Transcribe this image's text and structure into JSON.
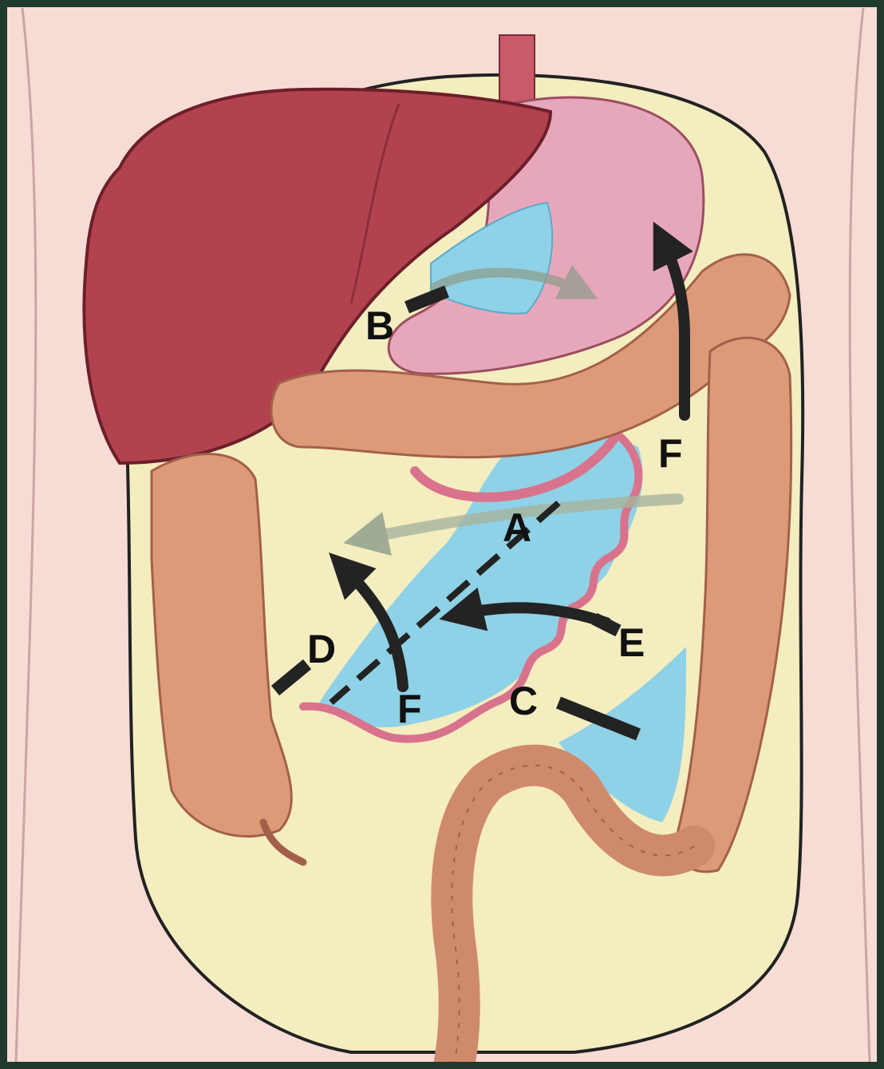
{
  "labels": {
    "a": "A",
    "b": "B",
    "c": "C",
    "d": "D",
    "e": "E",
    "f_left": "F",
    "f_right": "F"
  },
  "colors": {
    "background": "#f7dcd6",
    "abdomen": "#f4edbf",
    "liver": "#b2434e",
    "stomach": "#e7a7bb",
    "colon": "#dd9a78",
    "small_intestine_edge": "#d9728c",
    "peritoneal_space": "#8fd1e6",
    "frame": "#203a2e"
  }
}
